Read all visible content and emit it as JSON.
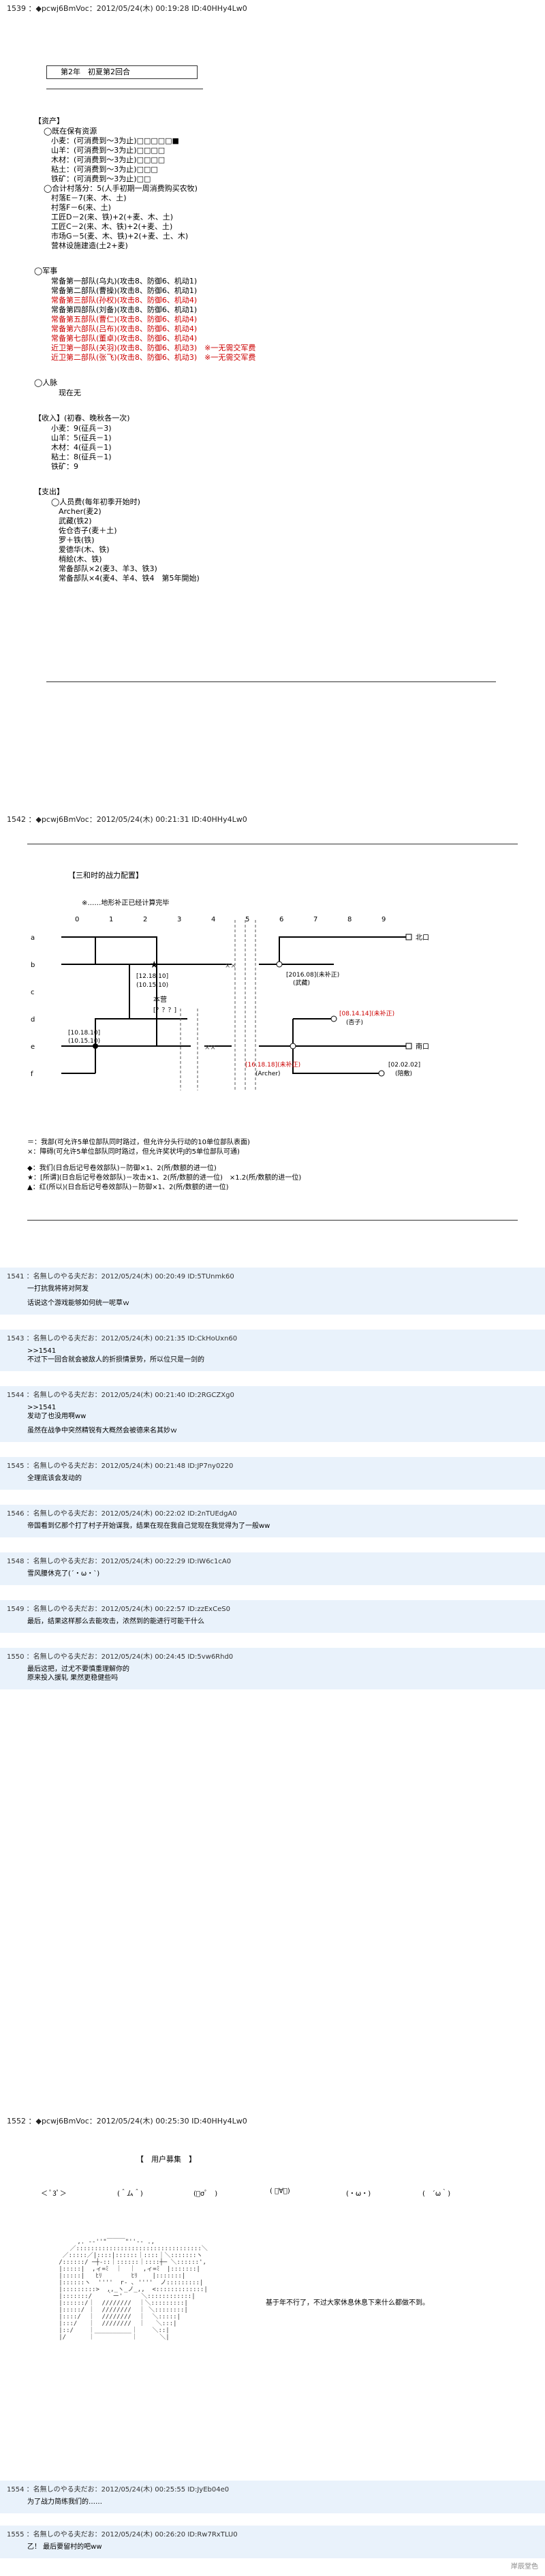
{
  "p1539": {
    "header": "1539 ：◆pcwj6BmVoc：2012/05/24(木) 00:19:28 ID:40HHy4Lw0",
    "title": "第2年　初夏第2回合",
    "sections": [
      {
        "heading": "【资产】",
        "lines": [
          {
            "t": "◯既在保有资源"
          },
          {
            "t": "　小麦：(可消费到～3为止)□□□□□■"
          },
          {
            "t": "　山羊：(可消费到～3为止)□□□□"
          },
          {
            "t": "　木材：(可消费到～3为止)□□□□"
          },
          {
            "t": "　粘土：(可消费到～3为止)□□□"
          },
          {
            "t": "　铁矿：(可消费到～3为止)□□"
          },
          {
            "t": ""
          },
          {
            "t": "◯合计村落分：5(人手初期一周消费购买农牧)"
          },
          {
            "t": "　村落E－7(来、木、土)"
          },
          {
            "t": "　村落F－6(来、土)"
          },
          {
            "t": "　工匠D－2(来、铁)+2(+麦、木、土)"
          },
          {
            "t": "　工匠C－2(来、木、铁)+2(+麦、土)"
          },
          {
            "t": "　市场G－5(麦、木、铁)+2(+麦、土、木)"
          },
          {
            "t": "　营林设施建造(土2+麦)"
          }
        ]
      },
      {
        "heading": "◯军事",
        "lines": [
          {
            "t": "　常备第一部队(乌丸)(攻击8、防御6、机动1)"
          },
          {
            "t": "　常备第二部队(曹操)(攻击8、防御6、机动1)"
          },
          {
            "t": "　常备第三部队(孙权)(攻击8、防御6、机动4)",
            "r": true
          },
          {
            "t": "　常备第四部队(刘备)(攻击8、防御6、机动1)"
          },
          {
            "t": "　常备第五部队(曹仁)(攻击8、防御6、机动4)",
            "r": true
          },
          {
            "t": "　常备第六部队(吕布)(攻击8、防御6、机动4)",
            "r": true
          },
          {
            "t": "　常备第七部队(董卓)(攻击8、防御6、机动4)",
            "r": true
          },
          {
            "t": ""
          },
          {
            "t": "　近卫第一部队(关羽)(攻击8、防御6、机动3)　※一无需交军费",
            "r": true
          },
          {
            "t": "　近卫第二部队(张飞)(攻击8、防御6、机动3)　※一无需交军费",
            "r": true
          }
        ]
      },
      {
        "heading": "◯人脉",
        "lines": [
          {
            "t": "　　现在无"
          }
        ]
      },
      {
        "heading": "【收入】(初春、晚秋各一次)",
        "lines": [
          {
            "t": ""
          },
          {
            "t": "　小麦：9(征兵－3)"
          },
          {
            "t": "　山羊：5(征兵－1)"
          },
          {
            "t": "　木材：4(征兵－1)"
          },
          {
            "t": "　粘土：8(征兵－1)"
          },
          {
            "t": "　铁矿：9"
          }
        ]
      },
      {
        "heading": "【支出】",
        "lines": [
          {
            "t": "　◯人员费(每年初季开始时)"
          },
          {
            "t": "　　Archer(麦2)"
          },
          {
            "t": "　　武藏(铁2)"
          },
          {
            "t": "　　佐仓杏子(麦＋土)"
          },
          {
            "t": "　　罗＋铁(铁)"
          },
          {
            "t": "　　爱德华(木、铁)"
          },
          {
            "t": "　　梢絵(木、铁)"
          },
          {
            "t": "　　常备部队×2(麦3、羊3、铁3)"
          },
          {
            "t": "　　常备部队×4(麦4、羊4、铁4　第5年開始)"
          }
        ]
      }
    ]
  },
  "p1542": {
    "header": "1542 ：◆pcwj6BmVoc：2012/05/24(木) 00:21:31 ID:40HHy4Lw0",
    "title": "【三和时的战力配置】",
    "note": "※……地形补正已经计算完毕",
    "cols": [
      "0",
      "1",
      "2",
      "3",
      "4",
      "5",
      "6",
      "7",
      "8",
      "9"
    ],
    "rows": [
      "a",
      "b",
      "c",
      "d",
      "e",
      "f"
    ],
    "labels": {
      "north": "北口",
      "south": "南口",
      "hq": "本营",
      "u1": "[12.18.10]",
      "u1b": "(10.15.10)",
      "u2": "[10.18.10]",
      "u2b": "(10.15.10)",
      "ally1": "[2016.08](未补正)",
      "ally1b": "(武藏)",
      "ally2": "[08.14.14](未补正)",
      "ally2b": "(杏子)",
      "ally3": "[16.18.18](未补正)",
      "ally3b": "(Archer)",
      "ally4": "[02.02.02]",
      "ally4b": "(陪敷)",
      "unk": "[？？？]"
    },
    "legend": [
      "＝：我部(可允许5单位部队同时路过，但允许分头行动的10单位部队表面)",
      "×：障碍(可允许5单位部队同时路过，但允许奖状坪J的5单位部队可通)",
      "",
      "◆：我们(日合后记号卷效部队)－防御×1、2(所/数额的进一位)",
      "★：[所谓](日合后记号卷效部队)－攻击×1、2(所/数额的进一位)　×1.2(所/数额的进一位)",
      "▲：红(所以)(日合后记号卷效部队)－防御×1、2(所/数额的进一位)"
    ]
  },
  "replies": [
    {
      "header": "1541 ：名無しのやる夫だお：2012/05/24(木) 00:20:49 ID:5TUnmk60",
      "lines": [
        "一打抗我将将对阿发",
        "",
        "话说这个游戏能够如何统一呢草ｗ"
      ]
    },
    {
      "header": "1543 ：名無しのやる夫だお：2012/05/24(木) 00:21:35 ID:CkHoUxn60",
      "lines": [
        ">>1541",
        "不过下一回合就会被敌人的折损情景势，所以位只是一剑的"
      ]
    },
    {
      "header": "1544 ：名無しのやる夫だお：2012/05/24(木) 00:21:40 ID:2RGCZXg0",
      "lines": [
        ">>1541",
        "发动了也没用啊ww",
        "",
        "虽然在战争中突然精锐有大概然会被德来名其妙ｗ"
      ]
    },
    {
      "header": "1545 ：名無しのやる夫だお：2012/05/24(木) 00:21:48 ID:JP7ny0220",
      "lines": [
        "全理底该会发动的"
      ]
    },
    {
      "header": "1546 ：名無しのやる夫だお：2012/05/24(木) 00:22:02 ID:2nTUEdgA0",
      "lines": [
        "帝国看到亿那个打了村子开始谋我，结果在现在我自己觉现在我觉得为了一般ww"
      ]
    },
    {
      "header": "1548 ：名無しのやる夫だお：2012/05/24(木) 00:22:29 ID:IW6c1cA0",
      "lines": [
        "雪风腰休克了(´・ω・`)"
      ]
    },
    {
      "header": "1549 ：名無しのやる夫だお：2012/05/24(木) 00:22:57 ID:zzExCeS0",
      "lines": [
        "最后，结果这样那么去能攻击，浓然到的能进行可能干什么"
      ]
    },
    {
      "header": "1550 ：名無しのやる夫だお：2012/05/24(木) 00:24:45 ID:5vw6Rhd0",
      "lines": [
        "最后这把，过尤不要慎重理解你的",
        "原来投入援轧 果然更稳健些吗"
      ]
    }
  ],
  "p1552": {
    "header": "1552 ：◆pcwj6BmVoc：2012/05/24(木) 00:25:30 ID:40HHy4Lw0",
    "title": "【　用户募集　】",
    "faces": [
      "＜ ﾟ3ﾟ＞",
      "(＾ム＾)",
      "(ﾟσﾟ　)",
      "( ﾟ∀ﾟ)",
      "(・ω・)",
      "(　´ω｀)"
    ],
    "caption": "基于年不行了，不过大家休息休息下来什么都做不到。"
  },
  "tail_replies": [
    {
      "header": "1554 ：名無しのやる夫だお：2012/05/24(木) 00:25:55 ID:JyEb04e0",
      "lines": [
        "为了战力简练我们的……"
      ]
    },
    {
      "header": "1555 ：名無しのやる夫だお：2012/05/24(木) 00:26:20 ID:Rw7RxTLU0",
      "lines": [
        "乙！ 最后要留村的吧ww"
      ]
    }
  ],
  "footer": "岸辰堂色"
}
